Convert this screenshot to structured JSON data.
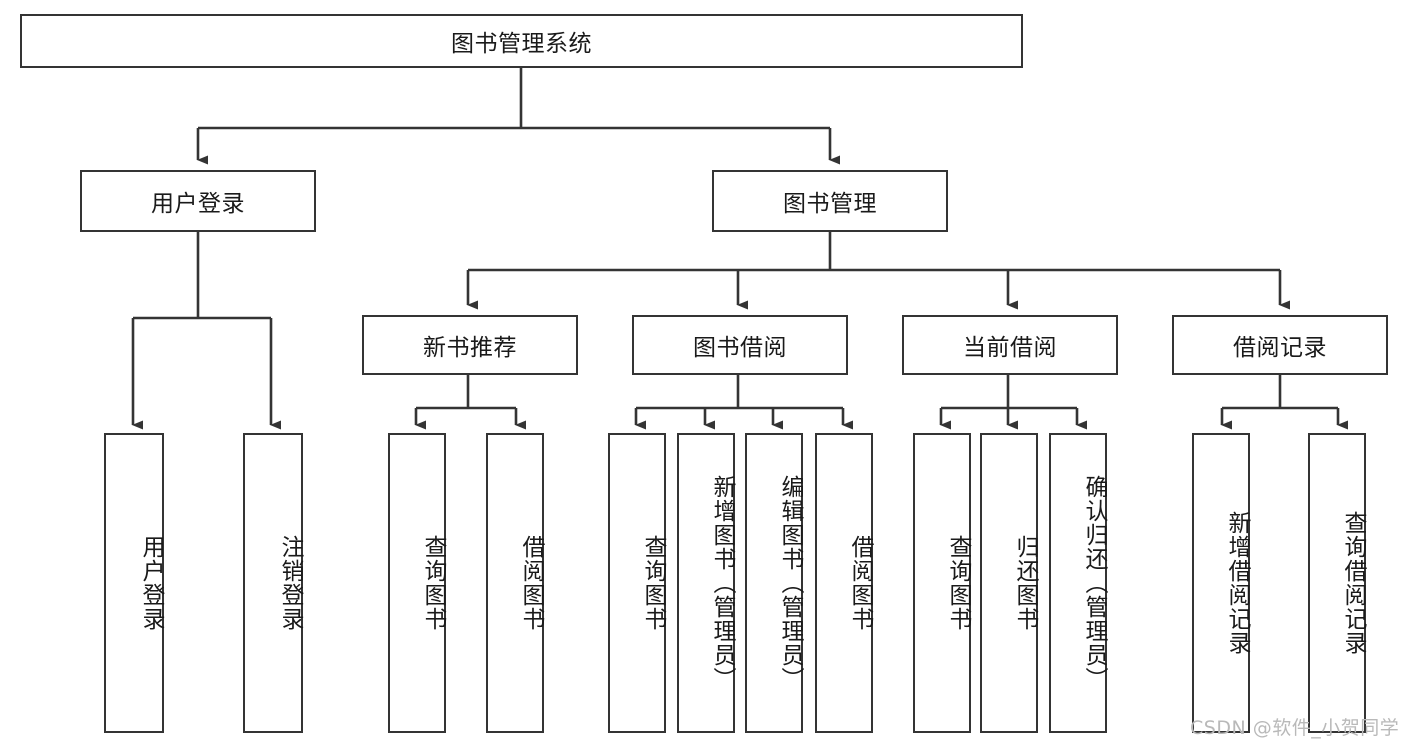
{
  "diagram": {
    "type": "hierarchy-tree",
    "title": "图书管理系统",
    "root": {
      "label": "图书管理系统"
    },
    "level2": [
      {
        "label": "用户登录"
      },
      {
        "label": "图书管理"
      }
    ],
    "level3": [
      {
        "label": "新书推荐"
      },
      {
        "label": "图书借阅"
      },
      {
        "label": "当前借阅"
      },
      {
        "label": "借阅记录"
      }
    ],
    "leaves": [
      {
        "label": "用户登录",
        "parent": "用户登录"
      },
      {
        "label": "注销登录",
        "parent": "用户登录"
      },
      {
        "label": "查询图书",
        "parent": "新书推荐"
      },
      {
        "label": "借阅图书",
        "parent": "新书推荐"
      },
      {
        "label": "查询图书",
        "parent": "图书借阅"
      },
      {
        "label": "新增图书（管理员）",
        "parent": "图书借阅"
      },
      {
        "label": "编辑图书（管理员）",
        "parent": "图书借阅"
      },
      {
        "label": "借阅图书",
        "parent": "图书借阅"
      },
      {
        "label": "查询图书",
        "parent": "当前借阅"
      },
      {
        "label": "归还图书",
        "parent": "当前借阅"
      },
      {
        "label": "确认归还（管理员）",
        "parent": "当前借阅"
      },
      {
        "label": "新增借阅记录",
        "parent": "借阅记录"
      },
      {
        "label": "查询借阅记录",
        "parent": "借阅记录"
      }
    ]
  },
  "watermark": {
    "text": "CSDN @软件_小贺同学"
  },
  "colors": {
    "stroke": "#343434",
    "background": "#ffffff",
    "text": "#1a1a1a",
    "watermark": "#b9b9b9"
  }
}
